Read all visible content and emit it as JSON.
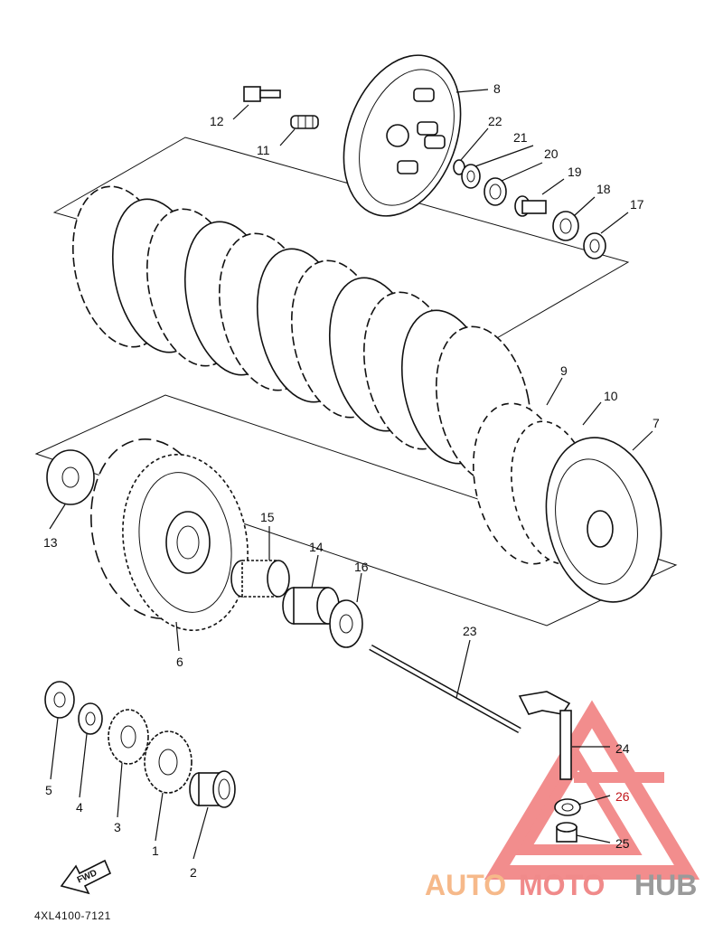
{
  "diagram": {
    "code": "4XL4100-7121",
    "fwd_label": "FWD",
    "parts": [
      {
        "id": "p1",
        "number": "1"
      },
      {
        "id": "p2",
        "number": "2"
      },
      {
        "id": "p3",
        "number": "3"
      },
      {
        "id": "p4",
        "number": "4"
      },
      {
        "id": "p5",
        "number": "5"
      },
      {
        "id": "p6",
        "number": "6"
      },
      {
        "id": "p7",
        "number": "7"
      },
      {
        "id": "p8",
        "number": "8"
      },
      {
        "id": "p9",
        "number": "9"
      },
      {
        "id": "p10",
        "number": "10"
      },
      {
        "id": "p11",
        "number": "11"
      },
      {
        "id": "p12",
        "number": "12"
      },
      {
        "id": "p13",
        "number": "13"
      },
      {
        "id": "p14",
        "number": "14"
      },
      {
        "id": "p15",
        "number": "15"
      },
      {
        "id": "p16",
        "number": "16"
      },
      {
        "id": "p17",
        "number": "17"
      },
      {
        "id": "p18",
        "number": "18"
      },
      {
        "id": "p19",
        "number": "19"
      },
      {
        "id": "p20",
        "number": "20"
      },
      {
        "id": "p21",
        "number": "21"
      },
      {
        "id": "p22",
        "number": "22"
      },
      {
        "id": "p23",
        "number": "23"
      },
      {
        "id": "p24",
        "number": "24"
      },
      {
        "id": "p25",
        "number": "25"
      },
      {
        "id": "p26",
        "number": "26"
      }
    ]
  },
  "watermark": {
    "text_auto": "AUTO",
    "text_moto": "MOTO",
    "text_hub": "HUB",
    "colors": {
      "auto": "#f6b98a",
      "moto": "#f08a8a",
      "hub": "#9a9a9a",
      "triangle": "#f07a7a"
    }
  }
}
